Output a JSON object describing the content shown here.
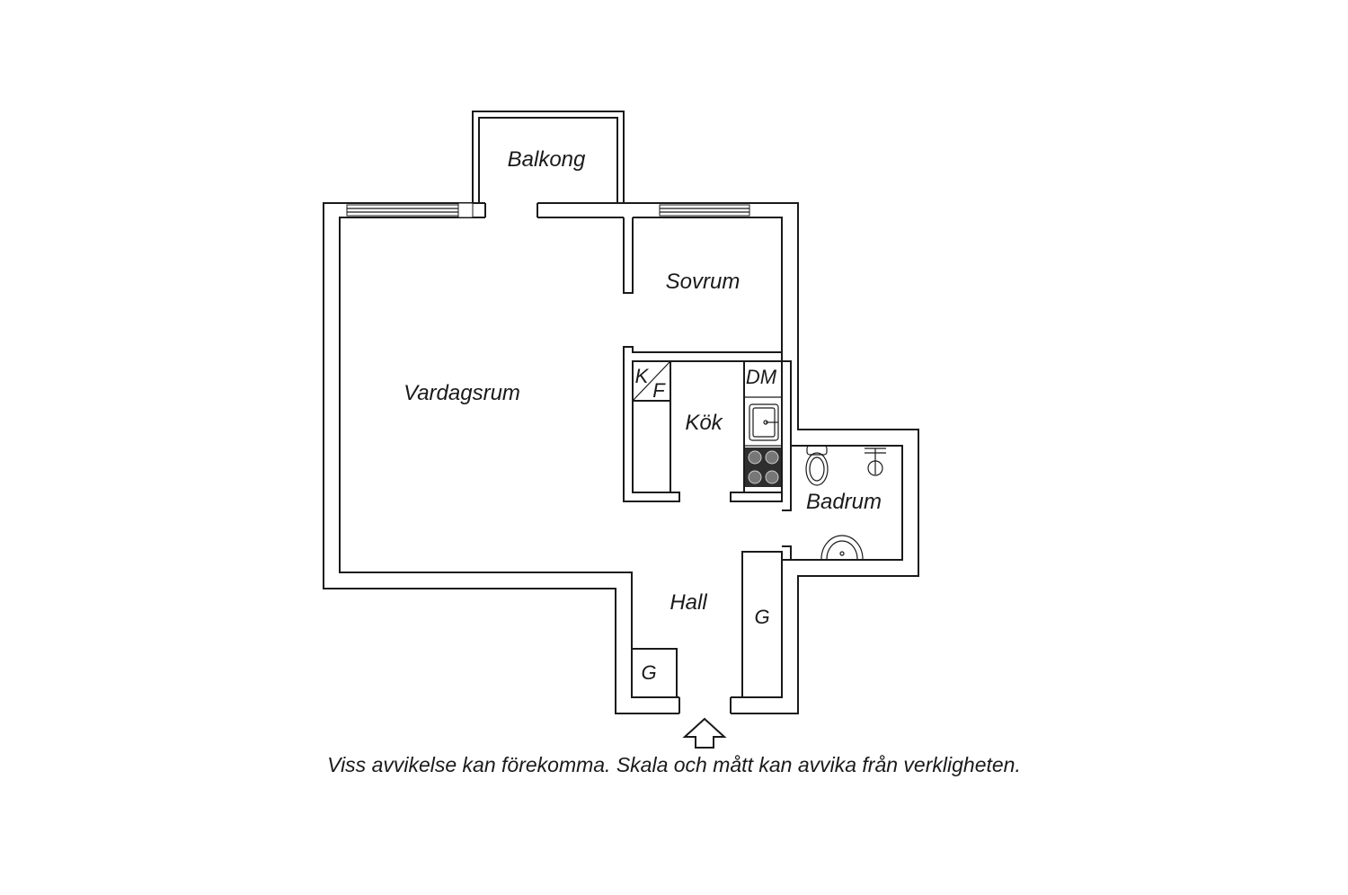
{
  "rooms": {
    "balcony": "Balkong",
    "bedroom": "Sovrum",
    "living_room": "Vardagsrum",
    "kitchen": "Kök",
    "bathroom": "Badrum",
    "hall": "Hall"
  },
  "fixtures": {
    "fridge_k": "K",
    "fridge_f": "F",
    "dishwasher": "DM",
    "wardrobe_1": "G",
    "wardrobe_2": "G"
  },
  "disclaimer": "Viss avvikelse kan förekomma. Skala och mått kan avvika från verkligheten.",
  "colors": {
    "line": "#1a1a1a",
    "background": "#ffffff",
    "stove_burner": "#555555"
  },
  "icons": [
    "entrance-arrow-icon",
    "toilet-icon",
    "shower-icon",
    "sink-icon",
    "kitchen-sink-icon",
    "stove-icon"
  ]
}
